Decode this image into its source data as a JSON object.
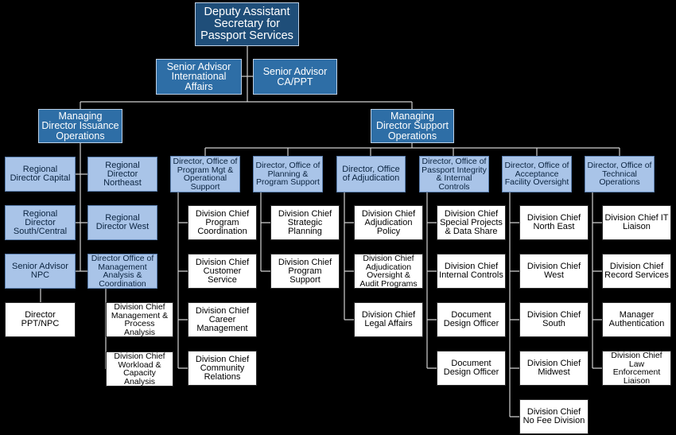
{
  "deputy": "Deputy Assistant Secretary for Passport Services",
  "advisor_intl": "Senior Advisor International Affairs",
  "advisor_ca": "Senior Advisor CA/PPT",
  "md_issuance": "Managing Director Issuance Operations",
  "md_support": "Managing Director Support Operations",
  "issuance": {
    "rd_capital": "Regional Director Capital",
    "rd_northeast": "Regional Director Northeast",
    "rd_south": "Regional Director South/Central",
    "rd_west": "Regional Director West",
    "sa_npc": "Senior Advisor NPC",
    "dir_mac": "Director Office of Management Analysis & Coordination",
    "dir_ppt": "Director PPT/NPC",
    "dc_mpa": "Division Chief Management & Process Analysis",
    "dc_wca": "Division Chief Workload & Capacity Analysis"
  },
  "dir_pmos": {
    "title": "Director, Office of Program Mgt & Operational Support",
    "chiefs": [
      "Division Chief Program Coordination",
      "Division Chief Customer Service",
      "Division Chief Career Management",
      "Division Chief Community Relations"
    ]
  },
  "dir_pps": {
    "title": "Director, Office of Planning & Program Support",
    "chiefs": [
      "Division Chief Strategic Planning",
      "Division Chief Program Support"
    ]
  },
  "dir_adj": {
    "title": "Director, Office of Adjudication",
    "chiefs": [
      "Division Chief Adjudication Policy",
      "Division Chief Adjudication Oversight & Audit Programs",
      "Division Chief Legal Affairs"
    ]
  },
  "dir_ppi": {
    "title": "Director, Office of Passport Integrity & Internal Controls",
    "chiefs": [
      "Division Chief Special Projects & Data Share",
      "Division Chief Internal Controls",
      "Document Design Officer",
      "Document Design Officer"
    ]
  },
  "dir_afo": {
    "title": "Director, Office of Acceptance Facility Oversight",
    "chiefs": [
      "Division Chief North East",
      "Division Chief West",
      "Division Chief South",
      "Division Chief Midwest",
      "Division Chief No Fee Division"
    ]
  },
  "dir_tech": {
    "title": "Director, Office of Technical Operations",
    "chiefs": [
      "Division Chief IT Liaison",
      "Division Chief Record Services",
      "Manager Authentication",
      "Division Chief Law Enforcement Liaison"
    ]
  }
}
